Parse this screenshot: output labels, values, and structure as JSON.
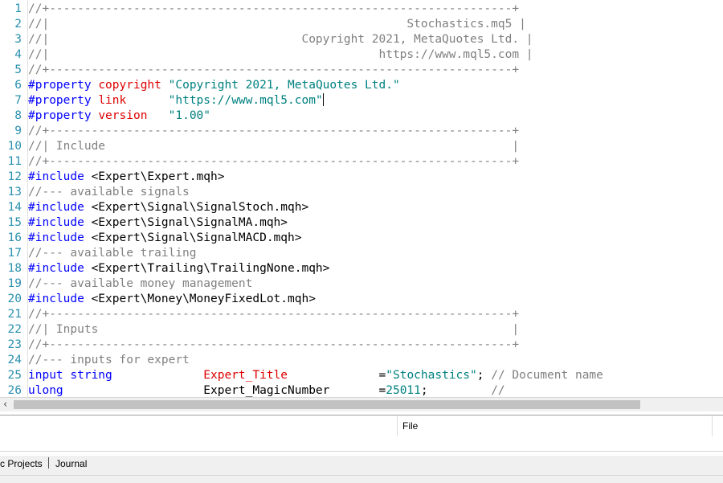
{
  "editor": {
    "lines": [
      {
        "num": "1",
        "segments": [
          {
            "cls": "c-comment",
            "text": "//+------------------------------------------------------------------+"
          }
        ]
      },
      {
        "num": "2",
        "segments": [
          {
            "cls": "c-comment",
            "text": "//|                                                   Stochastics.mq5 |"
          }
        ]
      },
      {
        "num": "3",
        "segments": [
          {
            "cls": "c-comment",
            "text": "//|                                    Copyright 2021, MetaQuotes Ltd. |"
          }
        ]
      },
      {
        "num": "4",
        "segments": [
          {
            "cls": "c-comment",
            "text": "//|                                               https://www.mql5.com |"
          }
        ]
      },
      {
        "num": "5",
        "segments": [
          {
            "cls": "c-comment",
            "text": "//+------------------------------------------------------------------+"
          }
        ]
      },
      {
        "num": "6",
        "segments": [
          {
            "cls": "c-kw",
            "text": "#property "
          },
          {
            "cls": "c-red",
            "text": "copyright"
          },
          {
            "cls": "c-plain",
            "text": " "
          },
          {
            "cls": "c-str",
            "text": "\"Copyright 2021, MetaQuotes Ltd.\""
          }
        ]
      },
      {
        "num": "7",
        "segments": [
          {
            "cls": "c-kw",
            "text": "#property "
          },
          {
            "cls": "c-red",
            "text": "link"
          },
          {
            "cls": "c-plain",
            "text": "      "
          },
          {
            "cls": "c-str",
            "text": "\"https://www.mql5.com\""
          }
        ],
        "caret": true
      },
      {
        "num": "8",
        "segments": [
          {
            "cls": "c-kw",
            "text": "#property "
          },
          {
            "cls": "c-red",
            "text": "version"
          },
          {
            "cls": "c-plain",
            "text": "   "
          },
          {
            "cls": "c-str",
            "text": "\"1.00\""
          }
        ]
      },
      {
        "num": "9",
        "segments": [
          {
            "cls": "c-comment",
            "text": "//+------------------------------------------------------------------+"
          }
        ]
      },
      {
        "num": "10",
        "segments": [
          {
            "cls": "c-comment",
            "text": "//| Include                                                          |"
          }
        ]
      },
      {
        "num": "11",
        "segments": [
          {
            "cls": "c-comment",
            "text": "//+------------------------------------------------------------------+"
          }
        ]
      },
      {
        "num": "12",
        "segments": [
          {
            "cls": "c-kw",
            "text": "#include "
          },
          {
            "cls": "c-plain",
            "text": "<Expert\\Expert.mqh>"
          }
        ]
      },
      {
        "num": "13",
        "segments": [
          {
            "cls": "c-comment",
            "text": "//--- available signals"
          }
        ]
      },
      {
        "num": "14",
        "segments": [
          {
            "cls": "c-kw",
            "text": "#include "
          },
          {
            "cls": "c-plain",
            "text": "<Expert\\Signal\\SignalStoch.mqh>"
          }
        ]
      },
      {
        "num": "15",
        "segments": [
          {
            "cls": "c-kw",
            "text": "#include "
          },
          {
            "cls": "c-plain",
            "text": "<Expert\\Signal\\SignalMA.mqh>"
          }
        ]
      },
      {
        "num": "16",
        "segments": [
          {
            "cls": "c-kw",
            "text": "#include "
          },
          {
            "cls": "c-plain",
            "text": "<Expert\\Signal\\SignalMACD.mqh>"
          }
        ]
      },
      {
        "num": "17",
        "segments": [
          {
            "cls": "c-comment",
            "text": "//--- available trailing"
          }
        ]
      },
      {
        "num": "18",
        "segments": [
          {
            "cls": "c-kw",
            "text": "#include "
          },
          {
            "cls": "c-plain",
            "text": "<Expert\\Trailing\\TrailingNone.mqh>"
          }
        ]
      },
      {
        "num": "19",
        "segments": [
          {
            "cls": "c-comment",
            "text": "//--- available money management"
          }
        ]
      },
      {
        "num": "20",
        "segments": [
          {
            "cls": "c-kw",
            "text": "#include "
          },
          {
            "cls": "c-plain",
            "text": "<Expert\\Money\\MoneyFixedLot.mqh>"
          }
        ]
      },
      {
        "num": "21",
        "segments": [
          {
            "cls": "c-comment",
            "text": "//+------------------------------------------------------------------+"
          }
        ]
      },
      {
        "num": "22",
        "segments": [
          {
            "cls": "c-comment",
            "text": "//| Inputs                                                           |"
          }
        ]
      },
      {
        "num": "23",
        "segments": [
          {
            "cls": "c-comment",
            "text": "//+------------------------------------------------------------------+"
          }
        ]
      },
      {
        "num": "24",
        "segments": [
          {
            "cls": "c-comment",
            "text": "//--- inputs for expert"
          }
        ]
      },
      {
        "num": "25",
        "segments": [
          {
            "cls": "c-kw",
            "text": "input string"
          },
          {
            "cls": "c-plain",
            "text": "             "
          },
          {
            "cls": "c-red",
            "text": "Expert_Title"
          },
          {
            "cls": "c-plain",
            "text": "             ="
          },
          {
            "cls": "c-str",
            "text": "\"Stochastics\""
          },
          {
            "cls": "c-plain",
            "text": "; "
          },
          {
            "cls": "c-comment",
            "text": "// Document name"
          }
        ]
      },
      {
        "num": "26",
        "segments": [
          {
            "cls": "c-kw",
            "text": "ulong"
          },
          {
            "cls": "c-plain",
            "text": "                    Expert_MagicNumber       ="
          },
          {
            "cls": "c-str",
            "text": "25011"
          },
          {
            "cls": "c-plain",
            "text": ";         "
          },
          {
            "cls": "c-comment",
            "text": "//"
          }
        ]
      }
    ]
  },
  "scrollbar": {
    "left_arrow": "‹"
  },
  "panel": {
    "column_header": "File"
  },
  "tabs": [
    {
      "label": "c Projects"
    },
    {
      "label": "Journal"
    }
  ]
}
